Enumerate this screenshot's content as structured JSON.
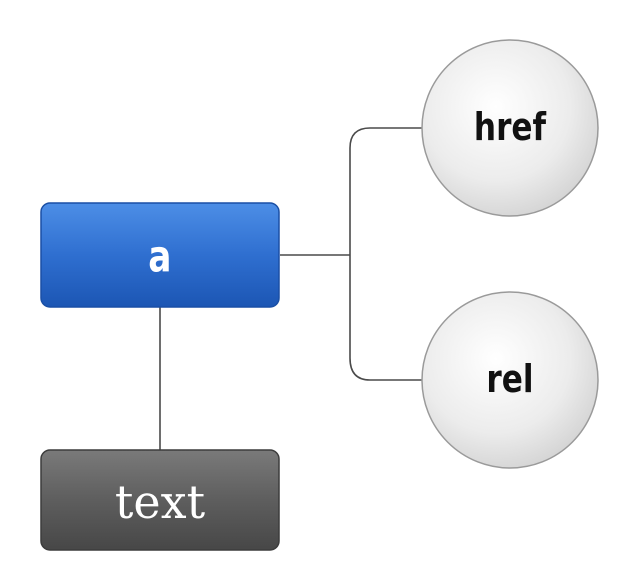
{
  "diagram": {
    "element_node": {
      "label": "a",
      "fill": "#2f6fd0"
    },
    "attribute_nodes": [
      {
        "label": "href"
      },
      {
        "label": "rel"
      }
    ],
    "text_node": {
      "label": "text",
      "fill": "#5e5e5e"
    }
  }
}
